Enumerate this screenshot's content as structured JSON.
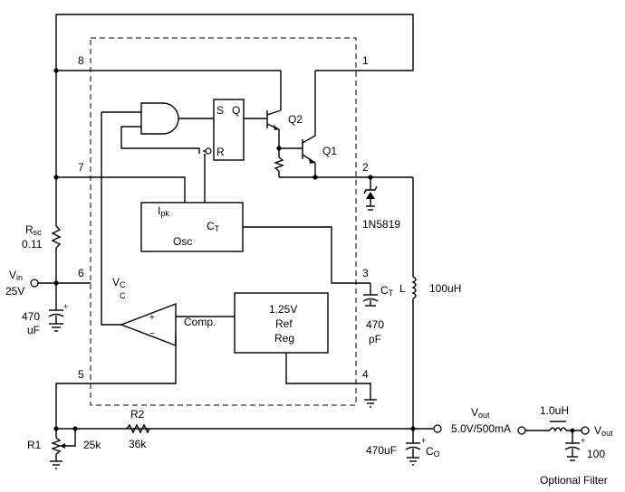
{
  "pins": {
    "p1": "1",
    "p2": "2",
    "p3": "3",
    "p4": "4",
    "p5": "5",
    "p6": "6",
    "p7": "7",
    "p8": "8"
  },
  "blocks": {
    "latch_s": "S",
    "latch_q": "Q",
    "latch_r": "R",
    "osc_ipk": "I",
    "osc_ipk_sub": "pk",
    "osc_ct": "C",
    "osc_ct_sub": "T",
    "osc_label": "Osc",
    "ref_line1": "1.25V",
    "ref_line2": "Ref",
    "ref_line3": "Reg",
    "comp_label": "Comp.",
    "comp_plus": "+",
    "comp_minus": "−",
    "vcc_main": "V",
    "vcc_sub1": "C",
    "vcc_sub2": "C",
    "q1": "Q1",
    "q2": "Q2"
  },
  "components": {
    "rsc_main": "R",
    "rsc_sub": "sc",
    "rsc_value": "0.11",
    "vin_main": "V",
    "vin_sub": "in",
    "vin_value": "25V",
    "cin_value_1": "470",
    "cin_value_2": "uF",
    "cin_plus": "+",
    "diode": "1N5819",
    "ct_main": "C",
    "ct_sub": "T",
    "ct_value_1": "470",
    "ct_value_2": "pF",
    "inductor_letter": "L",
    "inductor_value": "100uH",
    "r1": "R1",
    "r1_value": "25k",
    "r2": "R2",
    "r2_value": "36k",
    "cout_value": "470uF",
    "cout_main": "C",
    "cout_sub": "O",
    "cout_plus": "+",
    "vout_main": "V",
    "vout_sub": "out",
    "vout_value": "5.0V/500mA"
  },
  "filter": {
    "inductor_value": "1.0uH",
    "vout_main": "V",
    "vout_sub": "out",
    "cap_value": "100",
    "cap_plus": "+",
    "caption": "Optional Filter"
  }
}
